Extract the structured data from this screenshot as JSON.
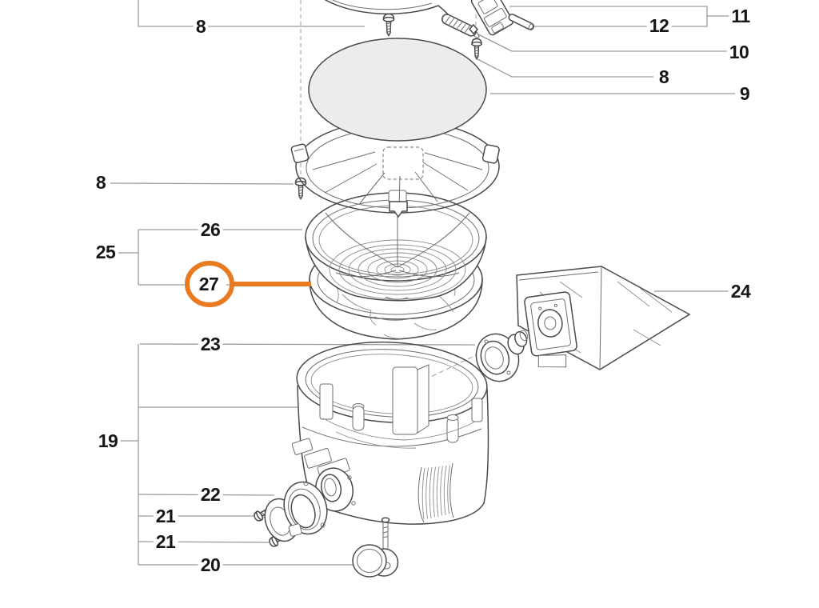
{
  "colors": {
    "accent": "#E87B22",
    "leader": "#9B9B9B",
    "ink": "#4A4A4A",
    "part_fill": "#ECECEC",
    "background": "#FFFFFF"
  },
  "highlighted_callout": "27",
  "callouts": [
    {
      "label": "8"
    },
    {
      "label": "11"
    },
    {
      "label": "12"
    },
    {
      "label": "10"
    },
    {
      "label": "8"
    },
    {
      "label": "9"
    },
    {
      "label": "8"
    },
    {
      "label": "26"
    },
    {
      "label": "25"
    },
    {
      "label": "27"
    },
    {
      "label": "24"
    },
    {
      "label": "23"
    },
    {
      "label": "19"
    },
    {
      "label": "22"
    },
    {
      "label": "21"
    },
    {
      "label": "21"
    },
    {
      "label": "20"
    }
  ]
}
